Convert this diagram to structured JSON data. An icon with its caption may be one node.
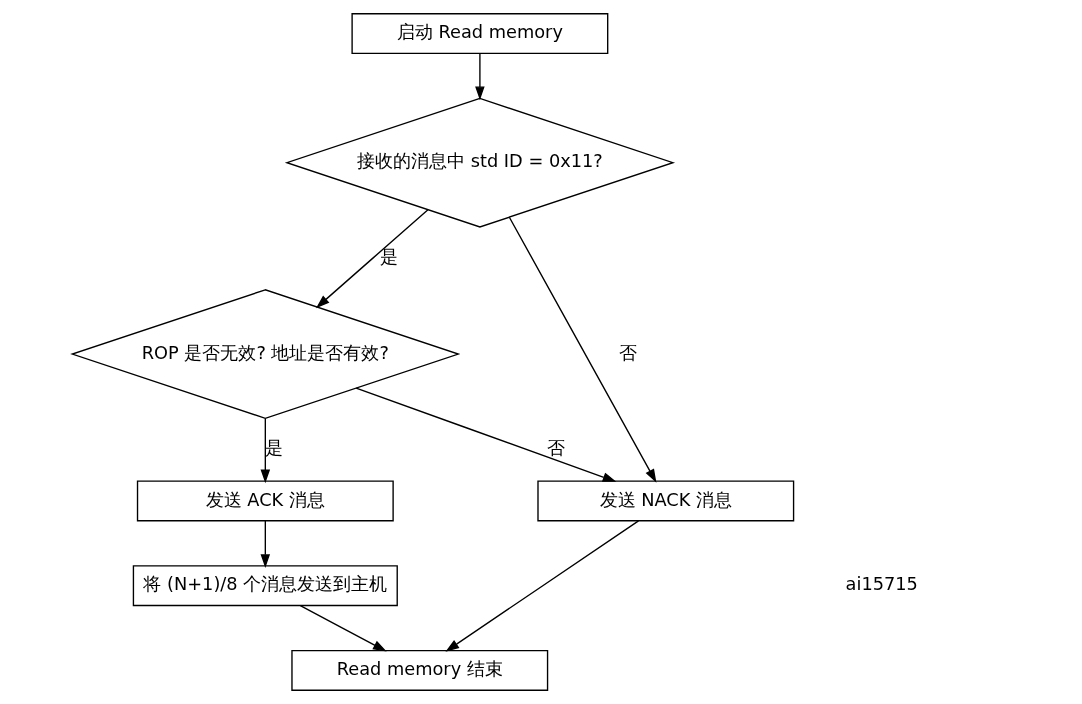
{
  "diagram": {
    "nodes": [
      {
        "text": [
          "启动 Read memory"
        ]
      },
      {
        "text": [
          "接收的消息中 std ID = 0x11?"
        ]
      },
      {
        "text": [
          "ROP 是否无效? 地址是否有效?"
        ]
      },
      {
        "text": [
          "发送 ACK 消息"
        ]
      },
      {
        "text": [
          "将 (N+1)/8 个消息发送到主机"
        ]
      },
      {
        "text": [
          "Read memory 结束"
        ]
      },
      {
        "text": [
          "发送 NACK 消息"
        ]
      }
    ],
    "edges": [
      {
        "from": 0,
        "to": 1,
        "arrow": "to"
      },
      {
        "from": 1,
        "to": 6,
        "label": "否",
        "arrow": "to"
      },
      {
        "from": 1,
        "to": 2,
        "label": "是",
        "arrow": "to"
      },
      {
        "from": 2,
        "to": 6,
        "label": "否",
        "arrow": "to"
      },
      {
        "from": 2,
        "to": 3,
        "label": "是",
        "arrow": "to"
      },
      {
        "from": 3,
        "to": 4,
        "arrow": "to"
      },
      {
        "from": 4,
        "to": 5,
        "arrow": "to"
      },
      {
        "from": 6,
        "to": 5,
        "arrow": "to"
      }
    ],
    "labels": [
      "ai15715"
    ]
  }
}
